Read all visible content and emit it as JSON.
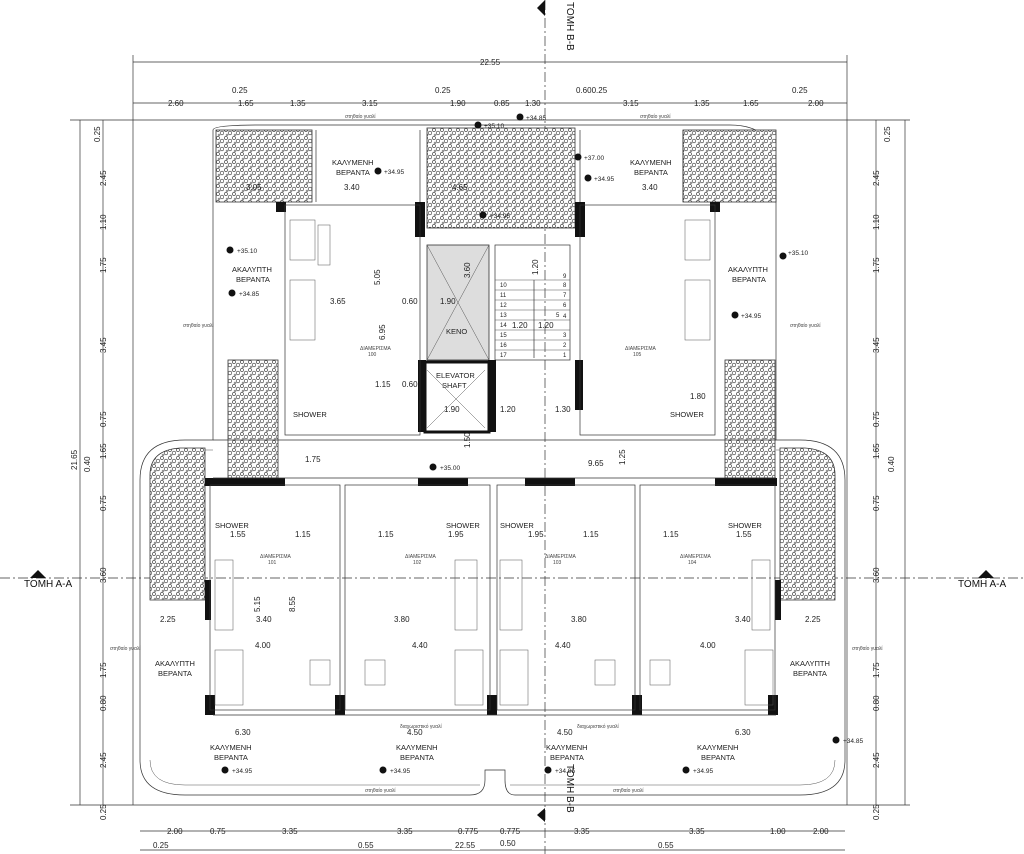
{
  "title_dims": {
    "overall_top": "22.55",
    "overall_bottom": "22.55",
    "overall_height": "21.65"
  },
  "dims": {
    "top": [
      "2.60",
      "1.65",
      "1.35",
      "3.15",
      "1.90",
      "0.85",
      "1.30",
      "3.15",
      "1.35",
      "1.65",
      "2.00"
    ],
    "top_small": [
      "0.25",
      "0.25",
      "0.600.25",
      "0.25"
    ],
    "bottom": [
      "2.00",
      "0.75",
      "3.35",
      "3.35",
      "0.775",
      "0.775",
      "3.35",
      "3.35",
      "1.00",
      "2.00"
    ],
    "bottom_small": [
      "0.25",
      "0.55",
      "0.50",
      "0.55"
    ],
    "left": [
      "0.25",
      "2.45",
      "1.10",
      "1.75",
      "3.45",
      "0.75",
      "1.65",
      "0.40",
      "0.75",
      "3.60",
      "1.75",
      "0.80",
      "2.45",
      "0.25"
    ],
    "right": [
      "0.25",
      "2.45",
      "1.10",
      "1.75",
      "3.45",
      "0.75",
      "1.65",
      "0.40",
      "0.75",
      "3.60",
      "1.75",
      "0.80",
      "2.45",
      "0.25"
    ],
    "interior": [
      "3.40",
      "3.40",
      "3.05",
      "4.65",
      "5.05",
      "3.65",
      "6.95",
      "1.90",
      "0.60",
      "1.15",
      "0.60",
      "1.90",
      "1.20",
      "1.30",
      "1.20",
      "1.20",
      "1.80",
      "1.75",
      "9.65",
      "1.50",
      "1.25",
      "1.55",
      "1.15",
      "1.15",
      "1.95",
      "1.95",
      "1.15",
      "1.15",
      "1.55",
      "3.40",
      "3.80",
      "3.80",
      "3.40",
      "4.00",
      "4.40",
      "4.40",
      "4.00",
      "5.15",
      "8.55",
      "6.30",
      "4.50",
      "4.50",
      "6.30",
      "2.25",
      "2.25",
      "3.60",
      "1.20"
    ]
  },
  "sections": {
    "a_left": "TOMH A-A",
    "a_right": "TOMH A-A",
    "b_top": "TOMH B-B",
    "b_bottom": "TOMH B-B"
  },
  "rooms": {
    "covered_veranda": "ΚΑΛΥΜΕΝΗ",
    "veranda": "ΒΕΡΑΝΤΑ",
    "uncovered_veranda": "ΑΚΑΛΥΠΤΗ",
    "glass_parapet": "στηθαίο γυαλί",
    "void": "KENO",
    "elevator_1": "ELEVATOR",
    "elevator_2": "SHAFT",
    "shower": "SHOWER",
    "apartment": "ΔΙΑΜΕΡΙΣΜΑ",
    "apartment_numbers": [
      "100",
      "101",
      "102",
      "103",
      "104",
      "105"
    ],
    "glass_railing": "διαχωριστικό γυαλί"
  },
  "stairs": [
    "1",
    "2",
    "3",
    "4",
    "5",
    "6",
    "7",
    "8",
    "9",
    "10",
    "11",
    "12",
    "13",
    "14",
    "15",
    "16",
    "17"
  ],
  "levels": [
    "+35.10",
    "+34.85",
    "+34.95",
    "+37.00",
    "+34.95",
    "+35.10",
    "+34.85",
    "+34.95",
    "+35.00",
    "+34.95",
    "+34.95",
    "+34.95",
    "+34.95",
    "+35.10",
    "+34.85",
    "+34.95"
  ]
}
